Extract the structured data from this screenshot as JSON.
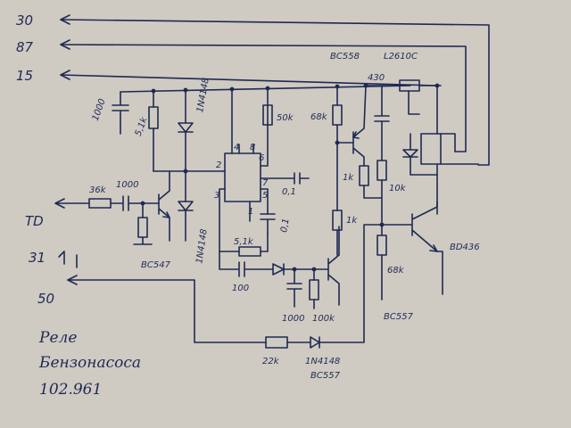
{
  "terminals": {
    "t30": "30",
    "t87": "87",
    "t15": "15",
    "td": "TD",
    "t31": "31",
    "t50": "50"
  },
  "parts": {
    "c_in_1000": "1000",
    "r_in_36k": "36k",
    "c_1000_top": "1000",
    "r_5k1_top": "5,1k",
    "d_1n4148_top": "1N4148",
    "r_50k": "50k",
    "r_68k_top": "68k",
    "q_bc558": "BC558",
    "relay_l2610c": "L2610C",
    "r_430": "430",
    "r_1k_a": "1k",
    "r_10k": "10k",
    "r_1k_b": "1k",
    "q_bd436": "BD436",
    "r_68k_bot": "68k",
    "q_bc557_right": "BC557",
    "c_0_1_a": "0,1",
    "c_0_1_b": "0,1",
    "q_bc547": "BC547",
    "d_1n4148_left": "1N4148",
    "r_5k1_mid": "5,1k",
    "c_100": "100",
    "c_1000_bot": "1000",
    "r_100k": "100k",
    "r_22k": "22k",
    "d_1n4148_bot": "1N4148",
    "q_bc557_bot": "BC557"
  },
  "ic_pins": {
    "p4": "4",
    "p8": "8",
    "p2": "2",
    "p6": "6",
    "p7": "7",
    "p3": "3",
    "p1": "1",
    "p5": "5"
  },
  "caption": {
    "line1": "Реле",
    "line2": "Бензонасоса",
    "line3": "102.961"
  }
}
